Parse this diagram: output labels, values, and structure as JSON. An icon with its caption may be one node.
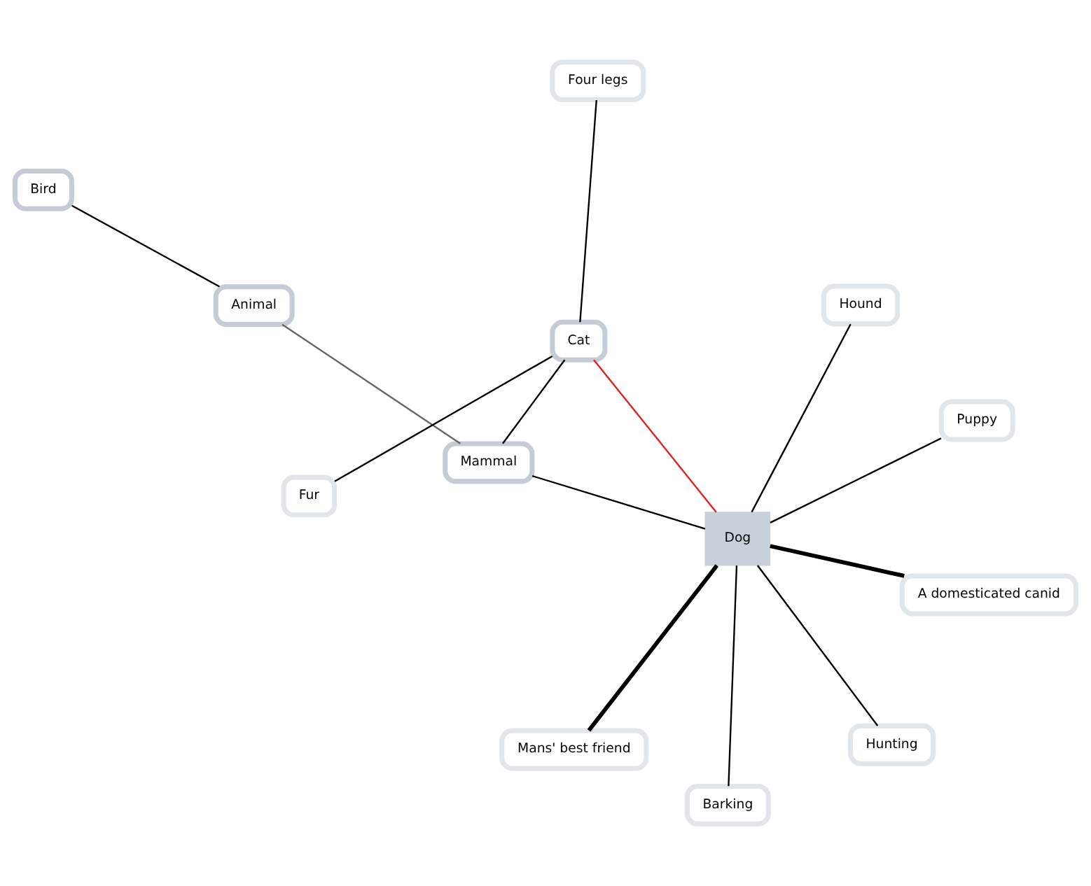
{
  "diagram": {
    "nodes": [
      {
        "text": [
          "Animal"
        ]
      },
      {
        "text": [
          "Bird"
        ]
      },
      {
        "text": [
          "Mammal"
        ]
      },
      {
        "text": [
          "Hound"
        ]
      },
      {
        "text": [
          "Puppy"
        ]
      },
      {
        "text": [
          "Dog"
        ]
      },
      {
        "text": [
          "Cat"
        ]
      },
      {
        "text": [
          "A domesticated canid"
        ]
      },
      {
        "text": [
          "Mans' best friend"
        ]
      },
      {
        "text": [
          "Hunting"
        ]
      },
      {
        "text": [
          "Barking"
        ]
      },
      {
        "text": [
          "Fur"
        ]
      },
      {
        "text": [
          "Four legs"
        ]
      }
    ],
    "edges": [
      {
        "from": 0,
        "to": 1,
        "arrow": "none"
      },
      {
        "from": 0,
        "to": 2,
        "arrow": "none",
        "color": "#666666"
      },
      {
        "from": 2,
        "to": 5,
        "arrow": "none"
      },
      {
        "from": 2,
        "to": 6,
        "arrow": "none"
      },
      {
        "from": 3,
        "to": 5,
        "arrow": "none"
      },
      {
        "from": 4,
        "to": 5,
        "arrow": "none"
      },
      {
        "from": 7,
        "to": 5,
        "arrow": "none",
        "style": "thick"
      },
      {
        "from": 8,
        "to": 5,
        "arrow": "none",
        "style": "thick"
      },
      {
        "from": 9,
        "to": 5,
        "arrow": "none"
      },
      {
        "from": 5,
        "to": 6,
        "arrow": "none",
        "color": "#e02020"
      },
      {
        "from": 5,
        "to": 10,
        "arrow": "none"
      },
      {
        "from": 6,
        "to": 11,
        "arrow": "none"
      },
      {
        "from": 6,
        "to": 12,
        "arrow": "none"
      }
    ]
  }
}
